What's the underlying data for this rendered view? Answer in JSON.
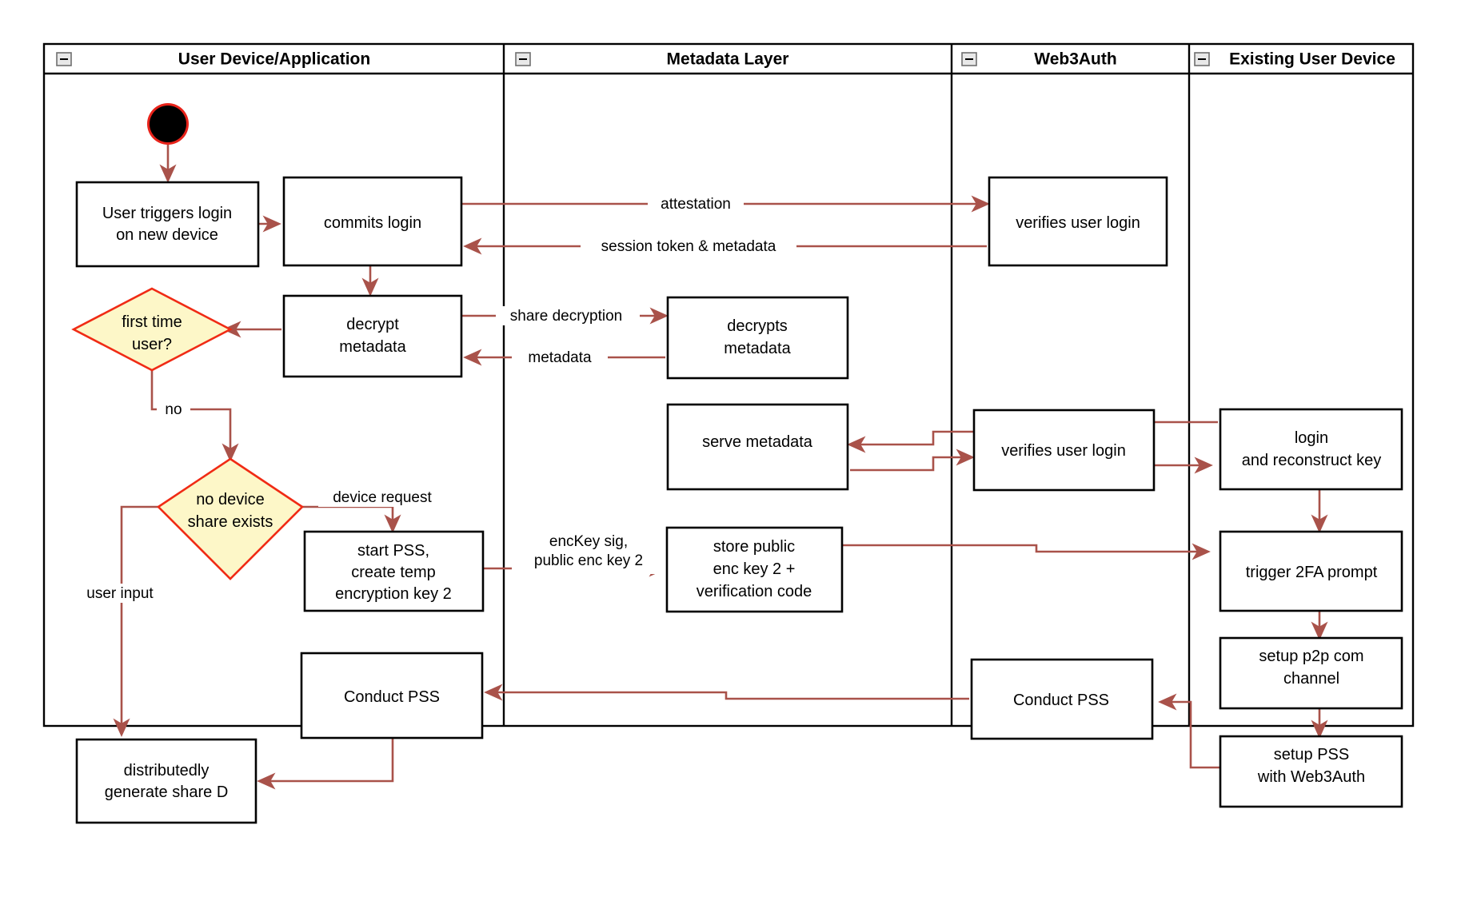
{
  "diagram": {
    "type": "swimlane-activity-flowchart",
    "title_present": false,
    "colors": {
      "edge": "#a9524a",
      "decision_fill": "#fdf7c8",
      "decision_border": "#f02b15",
      "node_border": "#000000",
      "node_fill": "#ffffff",
      "start_node": "#000000",
      "start_ring": "#e8231a"
    },
    "lanes": [
      {
        "id": "lane-user-device",
        "label": "User Device/Application",
        "collapse_icon": "minus-icon"
      },
      {
        "id": "lane-metadata",
        "label": "Metadata Layer",
        "collapse_icon": "minus-icon"
      },
      {
        "id": "lane-web3auth",
        "label": "Web3Auth",
        "collapse_icon": "minus-icon"
      },
      {
        "id": "lane-existing-device",
        "label": "Existing User Device",
        "collapse_icon": "minus-icon"
      }
    ],
    "nodes": [
      {
        "id": "start",
        "lane": "lane-user-device",
        "shape": "start-circle",
        "label": ""
      },
      {
        "id": "user-triggers-login",
        "lane": "lane-user-device",
        "shape": "rect",
        "lines": [
          "User triggers login",
          "on new device"
        ]
      },
      {
        "id": "commits-login",
        "lane": "lane-user-device",
        "shape": "rect",
        "lines": [
          "commits login"
        ]
      },
      {
        "id": "decrypt-metadata",
        "lane": "lane-user-device",
        "shape": "rect",
        "lines": [
          "decrypt",
          "metadata"
        ]
      },
      {
        "id": "first-time-user",
        "lane": "lane-user-device",
        "shape": "diamond",
        "lines": [
          "first time",
          "user?"
        ]
      },
      {
        "id": "no-device-share-exists",
        "lane": "lane-user-device",
        "shape": "diamond",
        "lines": [
          "no device",
          "share exists"
        ]
      },
      {
        "id": "start-pss",
        "lane": "lane-user-device",
        "shape": "rect",
        "lines": [
          "start PSS,",
          "create temp",
          "encryption key 2"
        ]
      },
      {
        "id": "conduct-pss-user",
        "lane": "lane-user-device",
        "shape": "rect",
        "lines": [
          "Conduct PSS"
        ]
      },
      {
        "id": "distributedly-generate-share-d",
        "lane": "lane-user-device",
        "shape": "rect",
        "lines": [
          "distributedly",
          "generate share D"
        ]
      },
      {
        "id": "decrypts-metadata",
        "lane": "lane-metadata",
        "shape": "rect",
        "lines": [
          "decrypts",
          "metadata"
        ]
      },
      {
        "id": "serve-metadata",
        "lane": "lane-metadata",
        "shape": "rect",
        "lines": [
          "serve metadata"
        ]
      },
      {
        "id": "store-public-enc-key",
        "lane": "lane-metadata",
        "shape": "rect",
        "lines": [
          "store public",
          "enc key 2 +",
          "verification code"
        ]
      },
      {
        "id": "verifies-user-login-1",
        "lane": "lane-web3auth",
        "shape": "rect",
        "lines": [
          "verifies user login"
        ]
      },
      {
        "id": "verifies-user-login-2",
        "lane": "lane-web3auth",
        "shape": "rect",
        "lines": [
          "verifies user login"
        ]
      },
      {
        "id": "conduct-pss-web3auth",
        "lane": "lane-web3auth",
        "shape": "rect",
        "lines": [
          "Conduct PSS"
        ]
      },
      {
        "id": "login-and-reconstruct-key",
        "lane": "lane-existing-device",
        "shape": "rect",
        "lines": [
          "login",
          "and reconstruct key"
        ]
      },
      {
        "id": "trigger-2fa-prompt",
        "lane": "lane-existing-device",
        "shape": "rect",
        "lines": [
          "trigger 2FA prompt"
        ]
      },
      {
        "id": "setup-p2p-com-channel",
        "lane": "lane-existing-device",
        "shape": "rect",
        "lines": [
          "setup p2p com",
          "channel"
        ]
      },
      {
        "id": "setup-pss-with-web3auth",
        "lane": "lane-existing-device",
        "shape": "rect",
        "lines": [
          "setup PSS",
          "with Web3Auth"
        ]
      }
    ],
    "edge_labels": [
      {
        "id": "attestation",
        "text": "attestation"
      },
      {
        "id": "session-token-metadata",
        "text": "session token & metadata"
      },
      {
        "id": "share-decryption",
        "text": "share decryption"
      },
      {
        "id": "metadata",
        "text": "metadata"
      },
      {
        "id": "no",
        "text": "no"
      },
      {
        "id": "device-request",
        "text": "device request"
      },
      {
        "id": "user-input",
        "text": "user input"
      },
      {
        "id": "enckey-sig-line1",
        "text": "encKey sig,"
      },
      {
        "id": "enckey-sig-line2",
        "text": "public enc key 2"
      }
    ]
  }
}
